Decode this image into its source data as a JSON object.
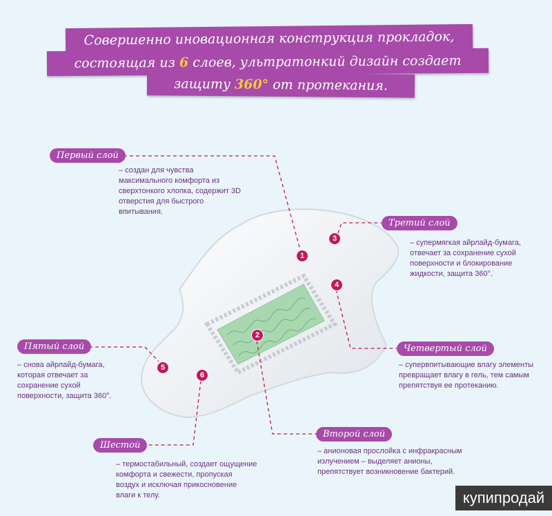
{
  "banner": {
    "line1": "Совершенно иновационная конструкция прокладок,",
    "line2_pre": "состоящая из ",
    "line2_hl": "6",
    "line2_post": " слоев, ультратонкий дизайн создает",
    "line3_pre": "защиту ",
    "line3_hl": "360°",
    "line3_post": " от протекания."
  },
  "layers": {
    "first": {
      "num": "1",
      "title": "Первый слой",
      "desc": "–  создан для чувства максимального комфорта из сверхтонкого хлопка, содержит 3D отверстия для быстрого впитывания."
    },
    "second": {
      "num": "2",
      "title": "Второй слой",
      "desc": "– анионовая прослойка с инфракрасным излучением – выделяет анионы, препятствует возникновение бактерий."
    },
    "third": {
      "num": "3",
      "title": "Третий слой",
      "desc": "– супермягкая айрлайд-бумага, отвечает за сохранение сухой поверхности и блокирование жидкости, защита 360°."
    },
    "fourth": {
      "num": "4",
      "title": "Четвертый слой",
      "desc": "– супервпитывающие влагу элементы превращает влагу в гель, тем самым препятствуя ее протеканию."
    },
    "fifth": {
      "num": "5",
      "title": "Пятый слой",
      "desc": "– снова айрлайд-бумага, которая отвечает за сохранение сухой поверхности, защита 360°."
    },
    "sixth": {
      "num": "6",
      "title": "Шестой",
      "desc": "– термостабильный, создает ощущение комфорта и свежести, пропуская воздух и исключая прикосновение влаги к телу."
    }
  },
  "watermark": "купипродай",
  "colors": {
    "accent": "#a74aaa",
    "marker": "#c0185e",
    "text": "#6b2f7d",
    "highlight": "#f5c93a",
    "background": "#eaf5fb"
  }
}
